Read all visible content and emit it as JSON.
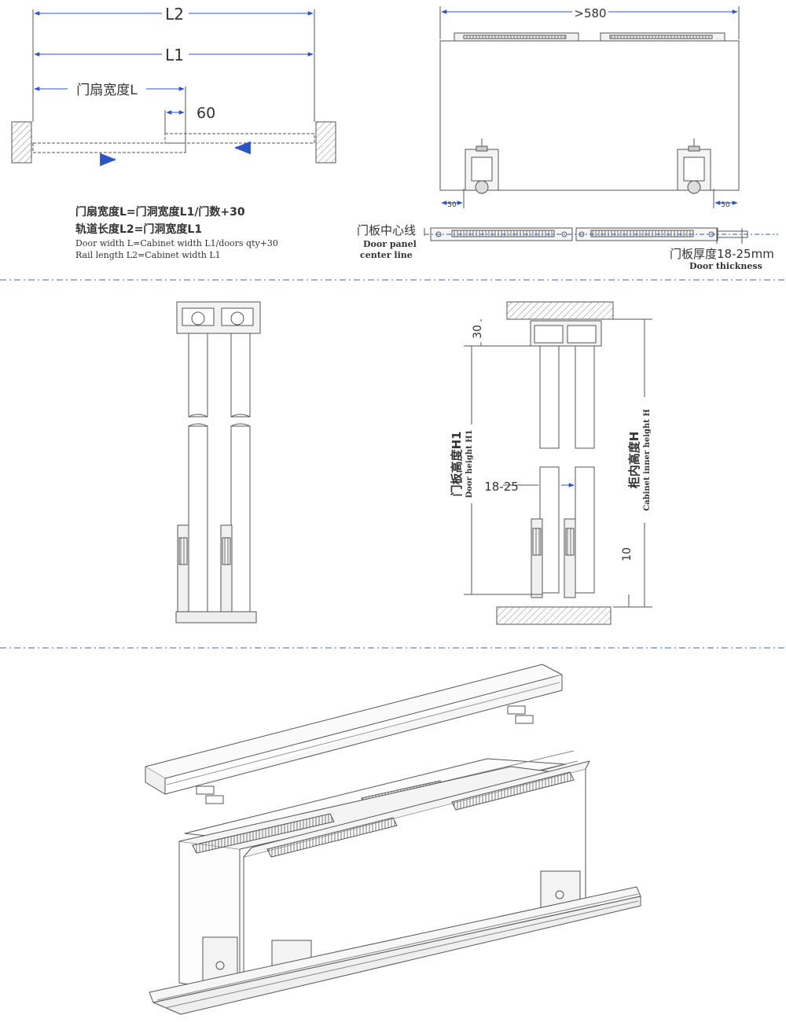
{
  "dims": {
    "l2": "L2",
    "l1": "L1",
    "door_width_cn": "门扇宽度L",
    "overlap": "60",
    "gt580": ">580",
    "fifty_left": "50",
    "fifty_right": "50",
    "thirty": "30",
    "range_18_25": "18-25",
    "ten": "10"
  },
  "formula": {
    "cn_line1": "门扇宽度L=门洞宽度L1/门数+30",
    "cn_line2": "轨道长度L2=门洞宽度L1",
    "en_line1": "Door width L=Cabinet width L1/doors qty+30",
    "en_line2": "Rail length L2=Cabinet width L1"
  },
  "labels": {
    "center_line_cn": "门板中心线",
    "center_line_en1": "Door panel",
    "center_line_en2": "center line",
    "thickness_cn": "门板厚度18-25mm",
    "thickness_en": "Door thickness",
    "door_height_cn": "门板高度H1",
    "door_height_en": "Door height H1",
    "cabinet_height_cn": "柜内高度H",
    "cabinet_height_en": "Cabinet inner height H"
  },
  "colors": {
    "line": "#444444",
    "dim_arrow": "#2a55c8",
    "separator": "#3a66c4",
    "hatch": "#888888"
  }
}
